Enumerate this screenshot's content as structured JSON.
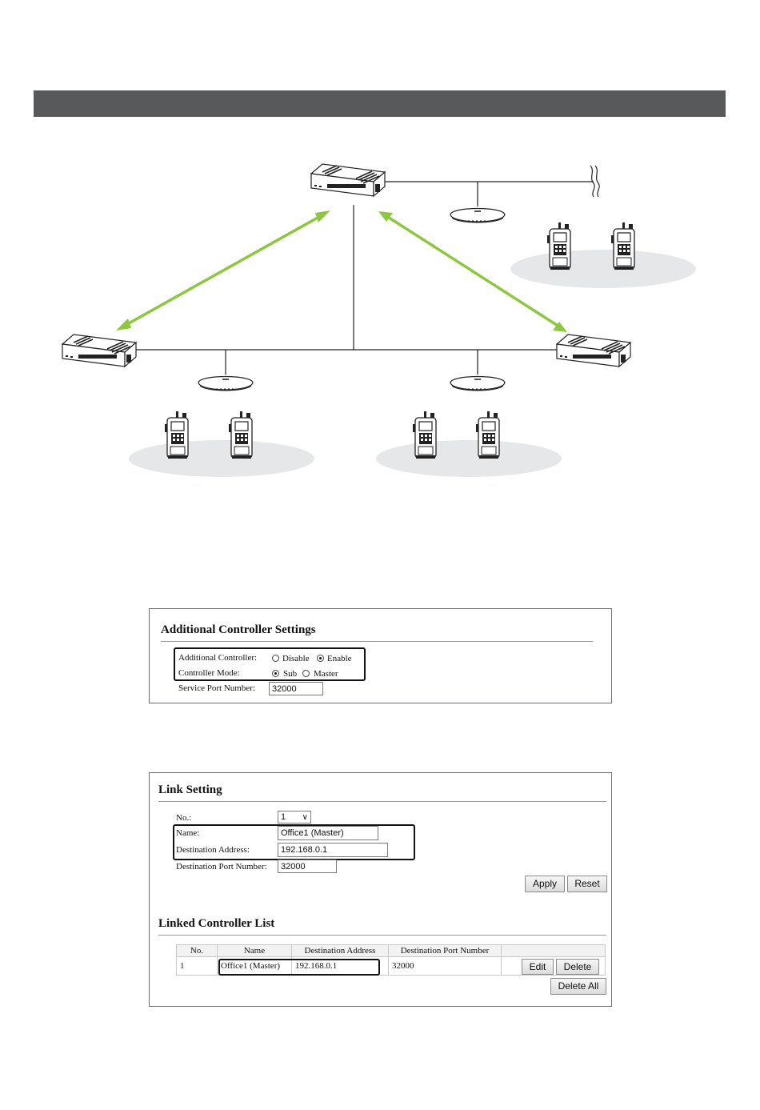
{
  "colors": {
    "band": "#58595b",
    "arrow": "#8dc63f",
    "lan_oval": "#e6e7e8",
    "highlight": "#111111"
  },
  "diagram": {
    "icons": [
      "controller-icon",
      "access-point-icon",
      "handheld-radio-icon",
      "network-break-icon",
      "bidirectional-arrow-icon"
    ]
  },
  "additional_controller": {
    "title": "Additional Controller Settings",
    "additional_controller_label": "Additional Controller:",
    "disable_label": "Disable",
    "enable_label": "Enable",
    "additional_controller_value": "Enable",
    "controller_mode_label": "Controller Mode:",
    "sub_label": "Sub",
    "master_label": "Master",
    "controller_mode_value": "Sub",
    "service_port_label": "Service Port Number:",
    "service_port_value": "32000"
  },
  "link_setting": {
    "title": "Link Setting",
    "no_label": "No.:",
    "no_value": "1",
    "name_label": "Name:",
    "name_value": "Office1 (Master)",
    "dest_address_label": "Destination Address:",
    "dest_address_value": "192.168.0.1",
    "dest_port_label": "Destination Port Number:",
    "dest_port_value": "32000",
    "apply_label": "Apply",
    "reset_label": "Reset"
  },
  "linked_list": {
    "title": "Linked Controller List",
    "headers": [
      "No.",
      "Name",
      "Destination Address",
      "Destination Port Number",
      ""
    ],
    "rows": [
      {
        "no": "1",
        "name": "Office1 (Master)",
        "address": "192.168.0.1",
        "port": "32000"
      }
    ],
    "edit_label": "Edit",
    "delete_label": "Delete",
    "delete_all_label": "Delete All"
  }
}
